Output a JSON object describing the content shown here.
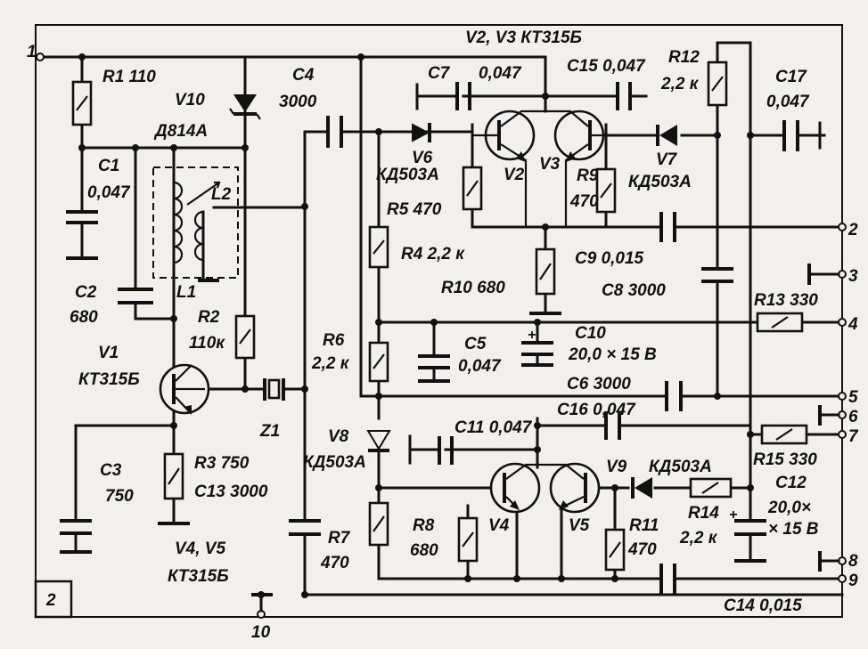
{
  "figure_number": "2",
  "labels": {
    "node1": "1",
    "r1": "R1  110",
    "v10": "V10",
    "v10_type": "Д814А",
    "c4": "C4",
    "c4_val": "3000",
    "v2v3": "V2, V3  КТ315Б",
    "c7": "C7",
    "c7_val": "0,047",
    "c15": "C15 0,047",
    "r12": "R12",
    "r12_val": "2,2 к",
    "c17": "C17",
    "c17_val": "0,047",
    "c1": "C1",
    "c1_val": "0,047",
    "l2": "L2",
    "l1": "L1",
    "v6": "V6",
    "v6_type": "КД503А",
    "v2": "V2",
    "v3": "V3",
    "v7": "V7",
    "r9": "R9",
    "r9_val": "470",
    "v7_type": "КД503А",
    "r5": "R5  470",
    "r4": "R4  2,2 к",
    "c9": "C9  0,015",
    "r10": "R10 680",
    "c8": "C8  3000",
    "c2": "C2",
    "c2_val": "680",
    "r2": "R2",
    "r2_val": "110к",
    "r13": "R13  330",
    "v1": "V1",
    "v1_type": "КТ315Б",
    "r6": "R6",
    "r6_val": "2,2 к",
    "c5": "C5",
    "c5_val": "0,047",
    "c10": "C10",
    "c10_val": "20,0 × 15 В",
    "c6": "C6  3000",
    "z1": "Z1",
    "c16": "C16  0,047",
    "v8": "V8",
    "v8_type": "КД503А",
    "c11": "C11  0,047",
    "r15": "R15  330",
    "c3": "C3",
    "c3_val": "750",
    "r3": "R3  750",
    "c13": "C13  3000",
    "v9": "V9",
    "v9_type": "КД503А",
    "c12": "C12",
    "c12_val": "20,0×",
    "c12_val2": "× 15 В",
    "v4": "V4",
    "v5": "V5",
    "r11": "R11",
    "r11_val": "470",
    "r14": "R14",
    "r14_val": "2,2 к",
    "v4v5": "V4, V5",
    "v4v5_type": "КТ315Б",
    "r7": "R7",
    "r7_val": "470",
    "r8": "R8",
    "r8_val": "680",
    "c14": "C14  0,015",
    "n2": "2",
    "n3": "3",
    "n4": "4",
    "n5": "5",
    "n6": "6",
    "n7": "7",
    "n8": "8",
    "n9": "9",
    "n10": "10"
  }
}
